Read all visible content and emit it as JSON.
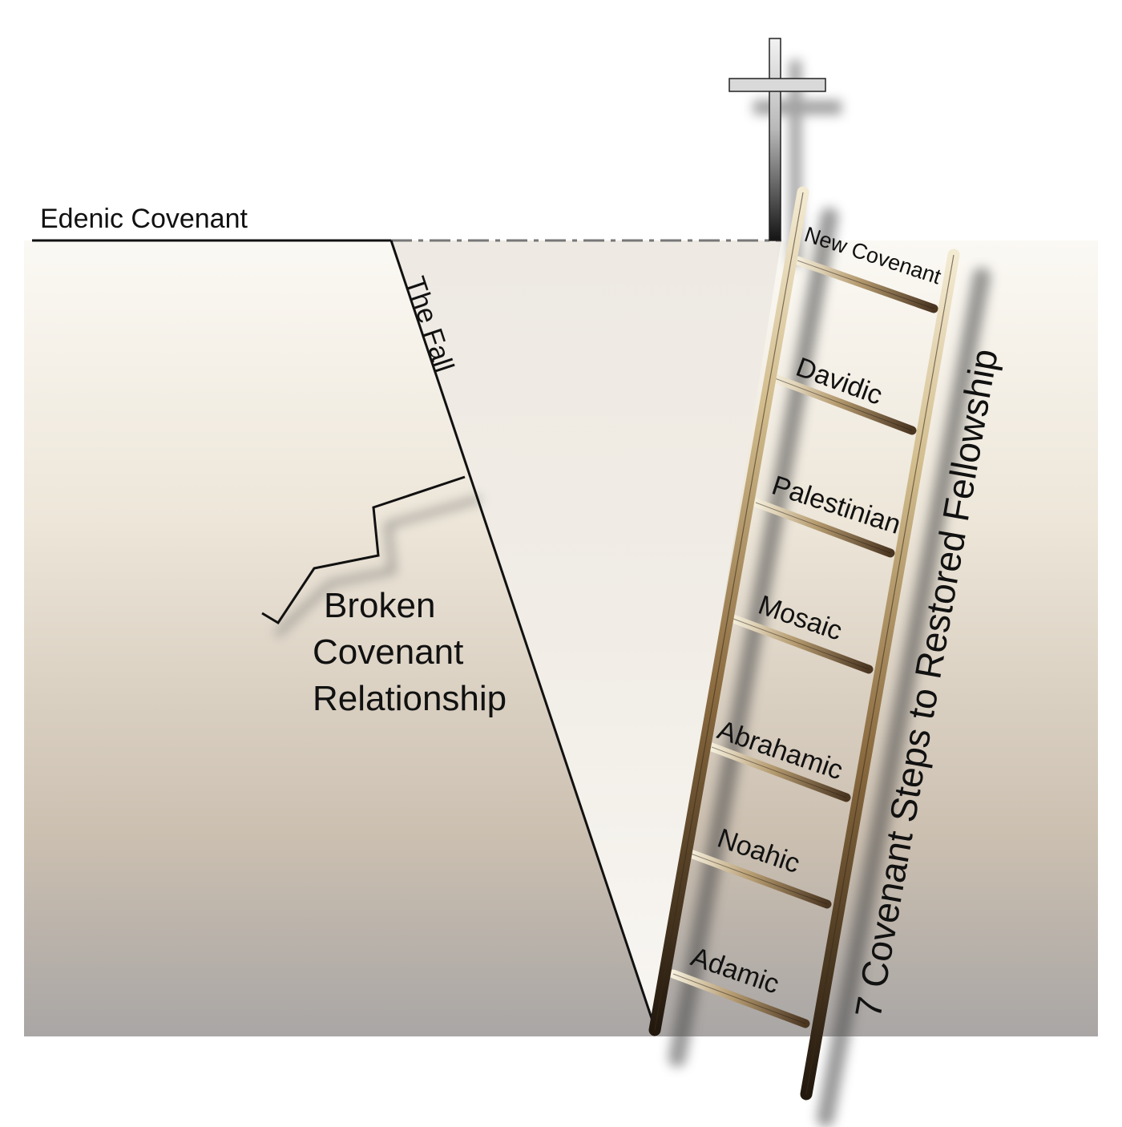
{
  "labels": {
    "edenic": "Edenic Covenant",
    "fall": "The Fall",
    "broken": [
      "Broken",
      "Covenant",
      "Relationship"
    ],
    "steps": "7 Covenant Steps to Restored Fellowship"
  },
  "covenants": [
    "New Covenant",
    "Davidic",
    "Palestinian",
    "Mosaic",
    "Abrahamic",
    "Noahic",
    "Adamic"
  ],
  "colors": {
    "ground_top": "#fbf9f4",
    "ground_mid": "#e8dfd1",
    "ground_bottom": "#a9a6a5",
    "chasm_light": "#f6f3ee",
    "rail_light": "#d9c79c",
    "rail_dark": "#2a1d10",
    "cross_light": "#eeeeee",
    "cross_dark": "#1a1a1a",
    "ink": "#111111"
  },
  "icons": {
    "cross": "cross-icon",
    "ladder": "ladder-icon"
  }
}
